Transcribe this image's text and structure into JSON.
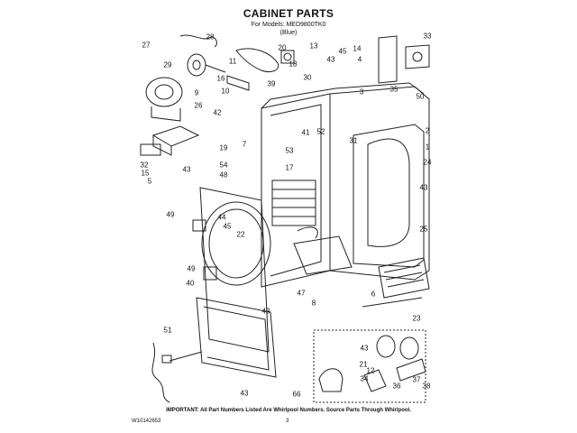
{
  "title": "CABINET PARTS",
  "models_line": "For Models: MED9800TK0",
  "color_line": "(Blue)",
  "footer_note": "IMPORTANT: All Part Numbers Listed Are Whirlpool Numbers. Source Parts Through Whirlpool.",
  "doc_number": "W10142653",
  "page_number": "3",
  "callouts": [
    "27",
    "28",
    "29",
    "9",
    "16",
    "11",
    "10",
    "39",
    "30",
    "20",
    "13",
    "18",
    "45",
    "43",
    "14",
    "33",
    "4",
    "3",
    "50",
    "35",
    "26",
    "42",
    "2",
    "1",
    "19",
    "7",
    "41",
    "53",
    "31",
    "52",
    "32",
    "15",
    "5",
    "43",
    "54",
    "48",
    "17",
    "24",
    "43",
    "49",
    "44",
    "45",
    "22",
    "25",
    "49",
    "40",
    "47",
    "6",
    "8",
    "23",
    "43",
    "51",
    "43",
    "21",
    "12",
    "38",
    "34",
    "36",
    "37",
    "43",
    "66"
  ]
}
